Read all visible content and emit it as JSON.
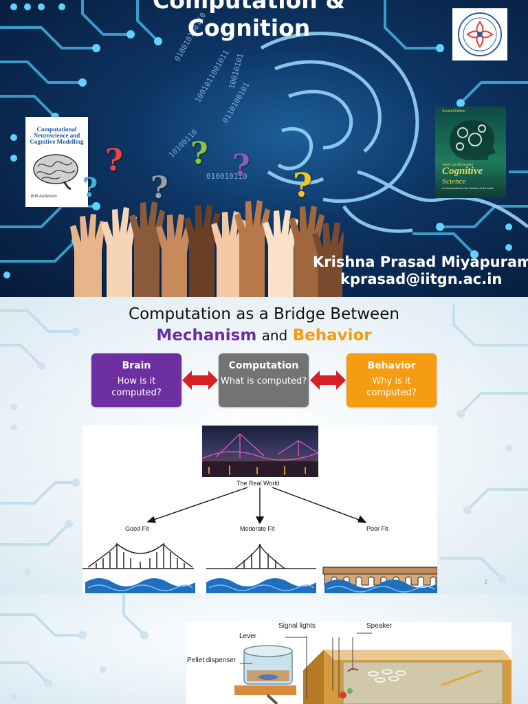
{
  "slide1": {
    "title_line1": "Computation &",
    "title_line2": "Cognition",
    "author_name": "Krishna Prasad Miyapuram",
    "author_email": "kprasad@iitgn.ac.in",
    "book_left": {
      "title": "Computational Neuroscience and Cognitive Modelling",
      "author": "Britt Anderson"
    },
    "book_right": {
      "edition": "Second Edition",
      "author": "José Luis Bermúdez",
      "title_line1": "Cognitive",
      "title_line2": "Science",
      "subtitle": "An Introduction to the Science of the Mind"
    },
    "logo_icon": "institute-logo-icon",
    "question_marks": [
      "?",
      "?",
      "?",
      "?",
      "?",
      "?"
    ],
    "question_colors": [
      "#e8473f",
      "#3cb0d8",
      "#9aa0a6",
      "#8bc63f",
      "#8e5bb5",
      "#f5c518"
    ]
  },
  "slide2": {
    "heading_line1": "Computation as a Bridge Between",
    "heading_mechanism": "Mechanism",
    "heading_and": "and",
    "heading_behavior": "Behavior",
    "boxes": [
      {
        "title": "Brain",
        "question": "How is it computed?",
        "color": "#6e2fa0"
      },
      {
        "title": "Computation",
        "question": "What is computed?",
        "color": "#737373"
      },
      {
        "title": "Behavior",
        "question": "Why is it computed?",
        "color": "#f59c13"
      }
    ],
    "arrow_color": "#d61f26",
    "figure": {
      "root_label": "The Real World",
      "branches": [
        "Good Fit",
        "Moderate Fit",
        "Poor Fit"
      ]
    },
    "page_number": "2"
  },
  "slide3": {
    "labels": {
      "signal_lights": "Signal lights",
      "speaker": "Speaker",
      "lever": "Lever",
      "pellet_dispenser": "Pellet dispenser"
    }
  }
}
